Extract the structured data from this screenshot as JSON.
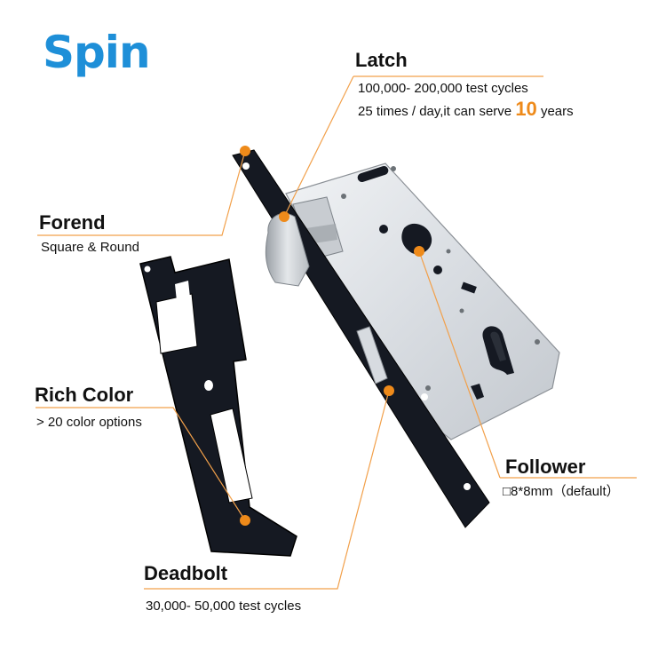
{
  "logo": {
    "text": "Spin",
    "dot_color": "#f59a25",
    "color": "#1e8fd8"
  },
  "accent_color": "#ee8a1a",
  "labels": {
    "latch": {
      "title": "Latch",
      "line1": "100,000- 200,000 test cycles",
      "line2_pre": "25 times / day,it can serve ",
      "line2_num": "10",
      "line2_post": " years"
    },
    "forend": {
      "title": "Forend",
      "line1": "Square & Round"
    },
    "rich_color": {
      "title": "Rich Color",
      "line1": "> 20 color options"
    },
    "follower": {
      "title": "Follower",
      "line1": "□8*8mm（default）"
    },
    "deadbolt": {
      "title": "Deadbolt",
      "line1": "30,000- 50,000 test cycles"
    }
  }
}
